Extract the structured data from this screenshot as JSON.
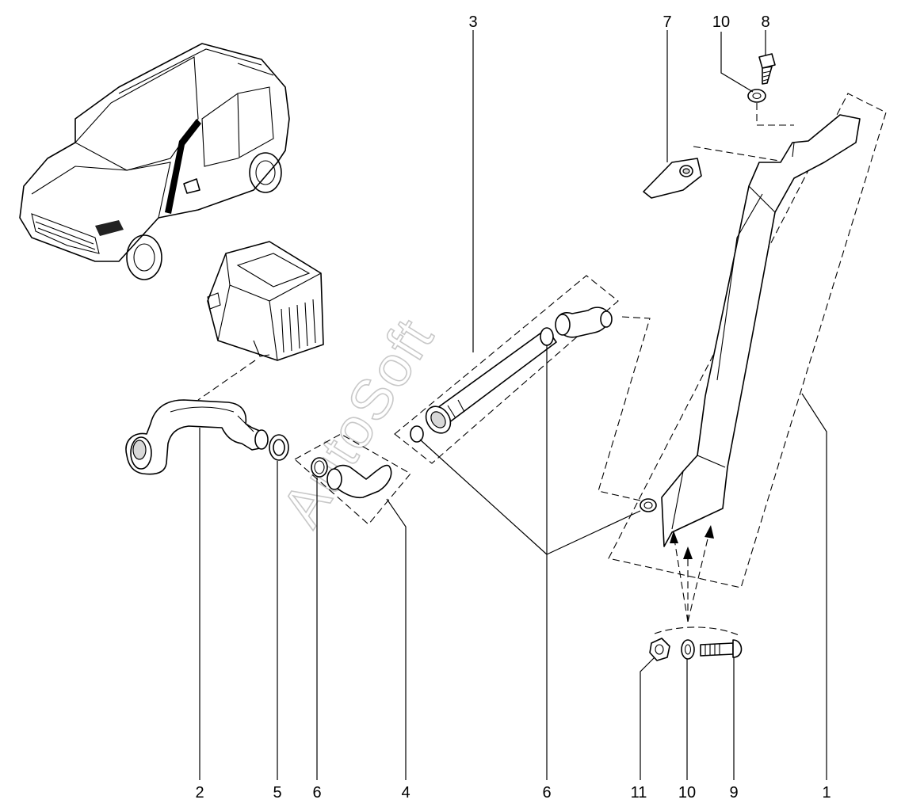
{
  "watermark": "AutoSoft",
  "callouts": {
    "top": [
      {
        "label": "3"
      },
      {
        "label": "7"
      },
      {
        "label": "10"
      },
      {
        "label": "8"
      }
    ],
    "bottom": [
      {
        "label": "2"
      },
      {
        "label": "5"
      },
      {
        "label": "6"
      },
      {
        "label": "4"
      },
      {
        "label": "6"
      },
      {
        "label": "11"
      },
      {
        "label": "10"
      },
      {
        "label": "9"
      },
      {
        "label": "1"
      }
    ]
  }
}
